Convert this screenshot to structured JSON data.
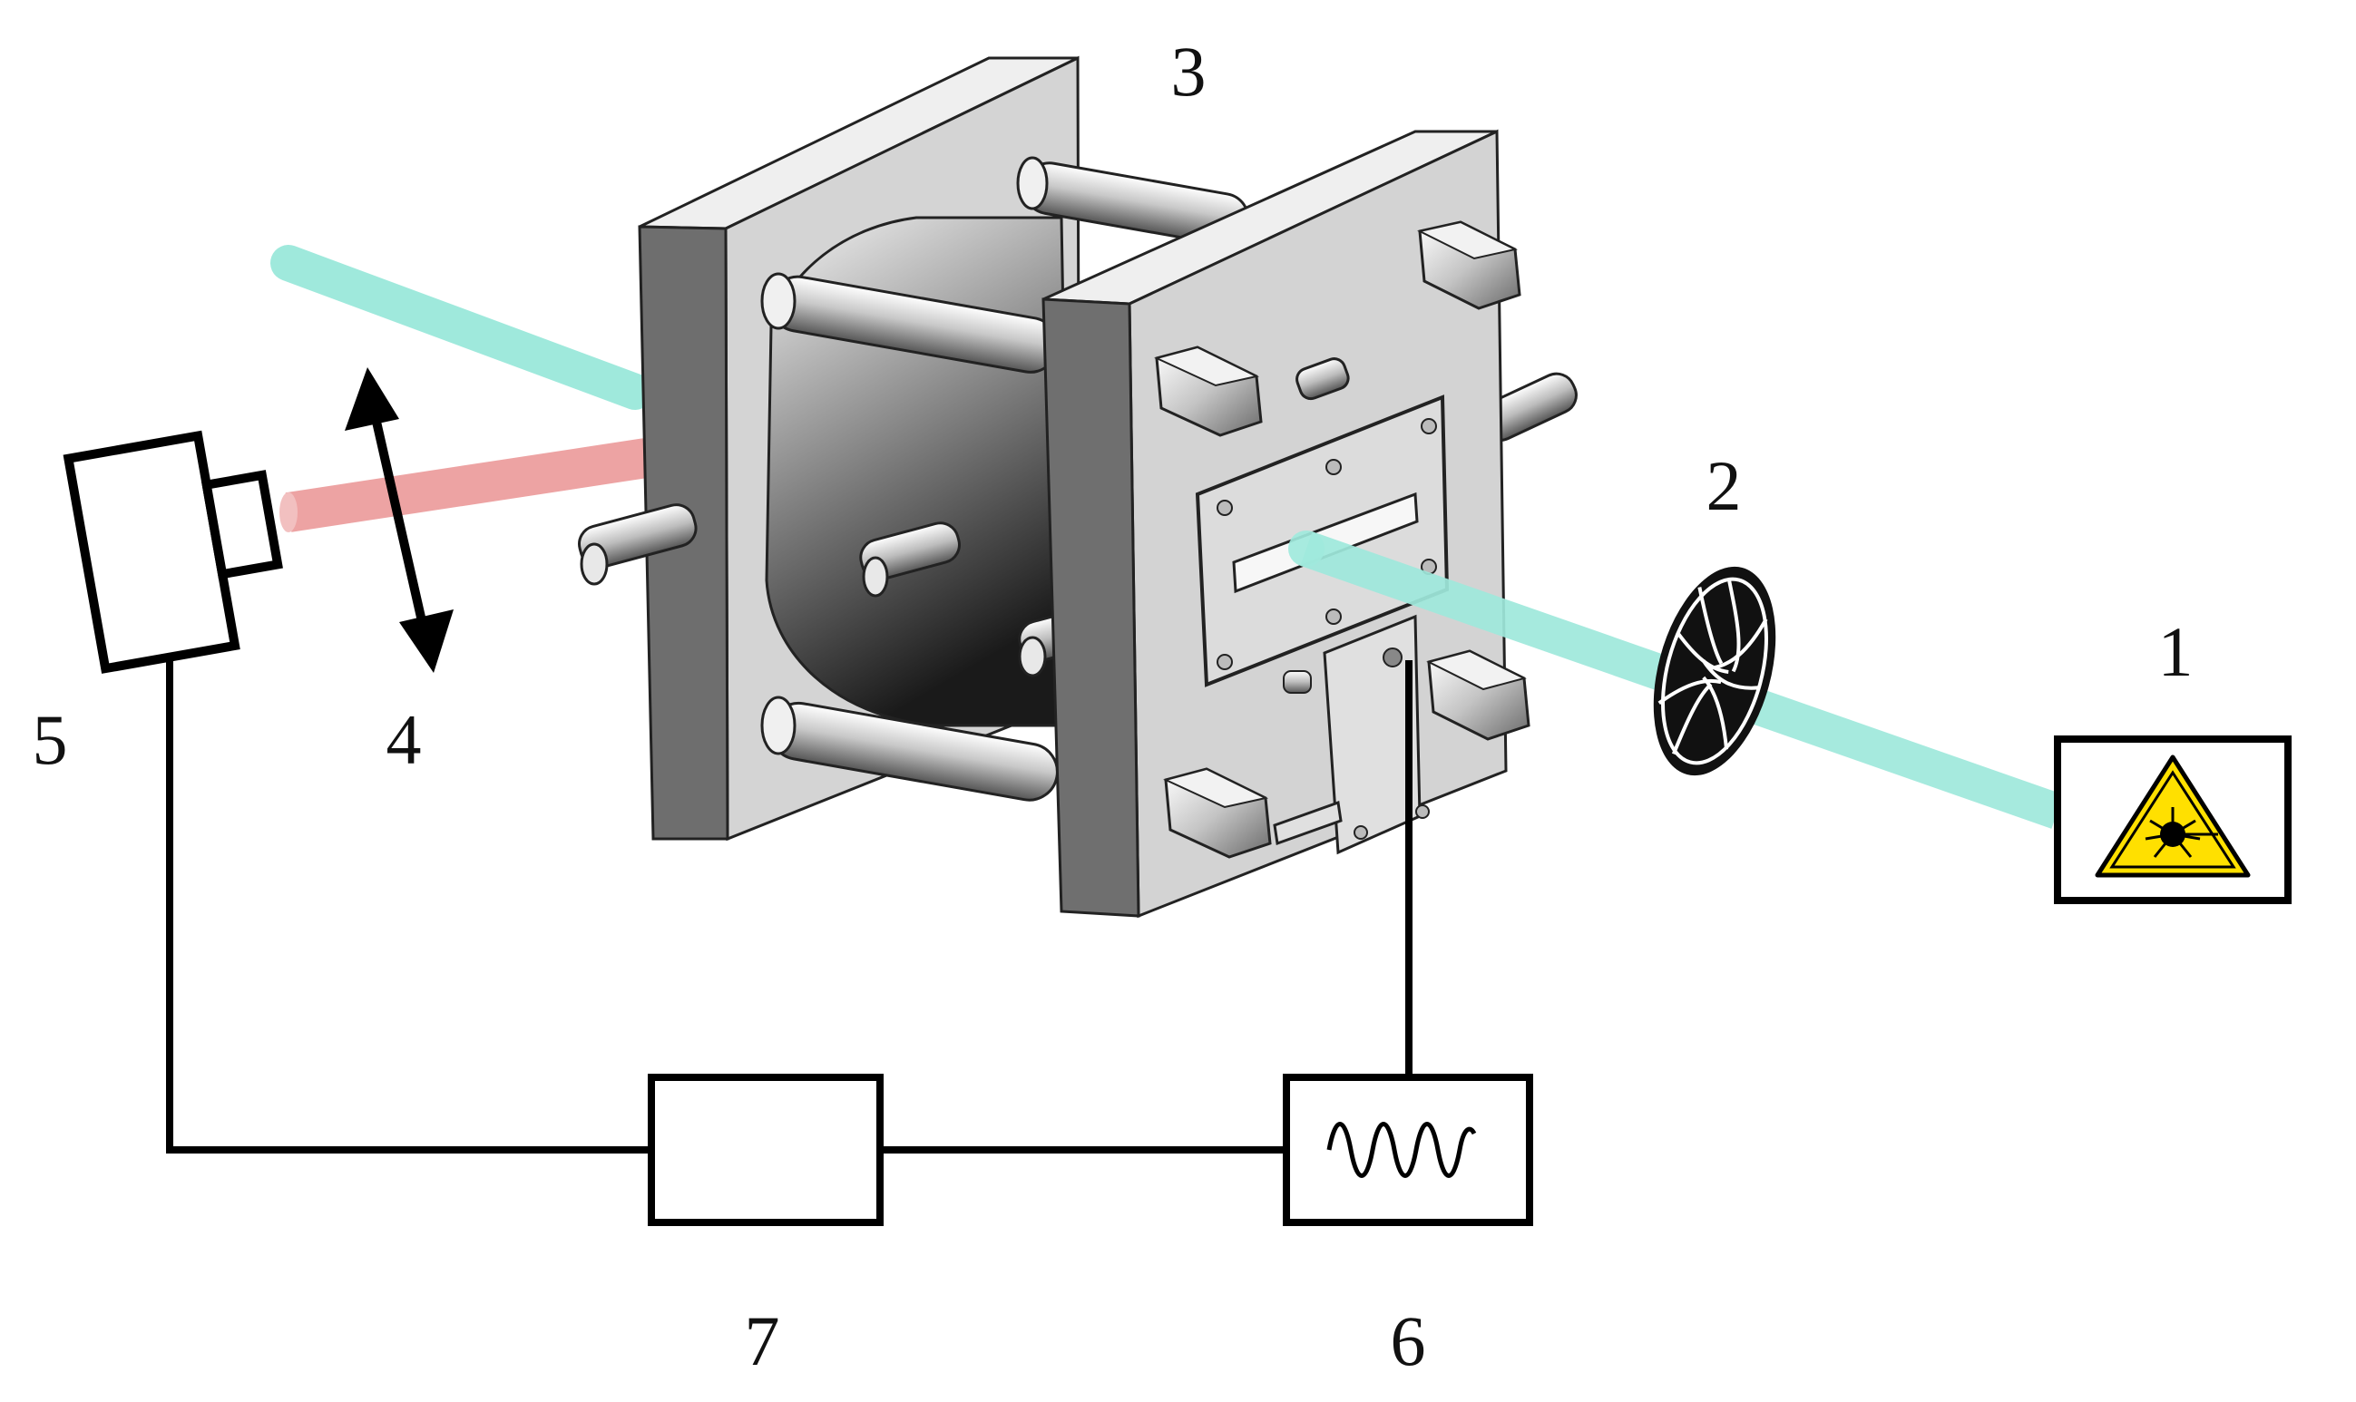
{
  "labels": {
    "laser": "1",
    "shutter": "2",
    "cell": "3",
    "lens": "4",
    "camera": "5",
    "generator": "6",
    "controller": "7"
  },
  "colors": {
    "laser_beam": "#9fe9dc",
    "probe_beam": "#eda3a3",
    "plate_face": "#d3d3d3",
    "plate_side": "#6f6f6f",
    "warning_yellow": "#ffe000",
    "line": "#000000"
  },
  "icons": [
    "laser-warning-icon",
    "shutter-aperture-icon",
    "double-arrow-icon",
    "sine-wave-icon"
  ]
}
